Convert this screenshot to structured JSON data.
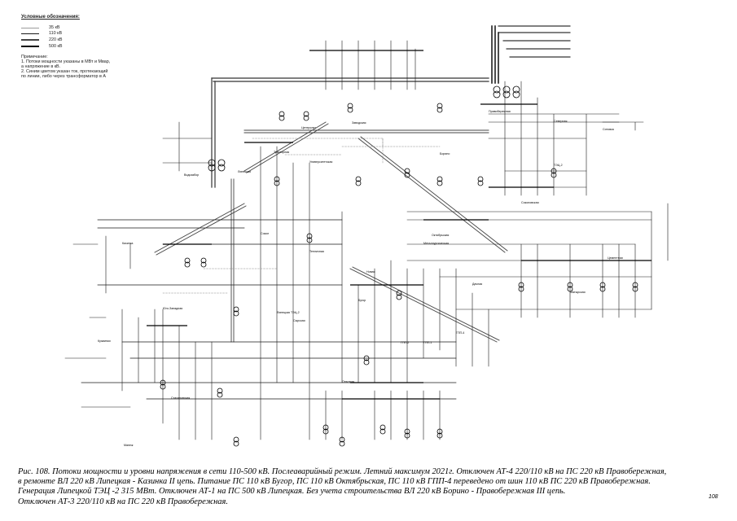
{
  "legend": {
    "title": "Условные обозначения:",
    "items": [
      {
        "label": "35 кВ",
        "color": "#9c9c9c"
      },
      {
        "label": "110 кВ",
        "color": "#1a1a1a"
      },
      {
        "label": "220 кВ",
        "color": "#444444"
      },
      {
        "label": "500 кВ",
        "color": "#000000"
      }
    ],
    "notes_title": "Примечание:",
    "notes": [
      "1. Потоки мощности указаны в МВт и Мвар,",
      "   а напряжение в кВ.",
      "2. Синим цветом указан ток, протекающий",
      "   по линии, либо через трансформатор в А"
    ]
  },
  "caption": {
    "line1": "Рис. 108. Потоки мощности и уровни напряжения в сети 110-500 кВ. Послеаварийный режим. Летний максимум 2021г. Отключен АТ-4 220/110 кВ на ПС 220 кВ Правобережная,",
    "line2": "в ремонте ВЛ 220 кВ Липецкая - Казинка II цепь. Питание ПС 110 кВ Бугор, ПС 110 кВ Октябрьская, ПС 110 кВ ГПП-4 переведено от шин 110 кВ ПС 220 кВ Правобережная.",
    "line3": "Генерация Липецкой ТЭЦ -2 315 МВт. Отключен АТ-1 на ПС 500 кВ Липецкая. Без учета строительства ВЛ 220 кВ Борино - Правобережная III цепь.",
    "line4": "Отключен АТ-3 220/110 кВ на ПС 220 кВ Правобережная."
  },
  "page_number": "108",
  "diagram_labels": {
    "l1": "Липецкая",
    "l2": "Правобережная",
    "l3": "Казинка",
    "l4": "Бугор",
    "l5": "Октябрьская",
    "l6": "ГПП-4",
    "l7": "Борино",
    "l8": "Липецкая ТЭЦ-2",
    "l9": "Манеж",
    "l10": "Заводская",
    "l11": "Центролит",
    "l12": "Тракторная",
    "l13": "ГПП-1",
    "l14": "ГПП-2",
    "l15": "ТЭЦ-2",
    "l16": "Сокол",
    "l17": "Юго-Западная",
    "l18": "Металлургическая",
    "l19": "Цементная",
    "l20": "Соколовская",
    "l21": "Новая",
    "l22": "Опытная",
    "l23": "Кузминки",
    "l24": "Матырская",
    "l25": "Северная",
    "l26": "Дачная",
    "l27": "Стахановская",
    "l28": "Ситовка",
    "l29": "Тепличная",
    "l30": "Сырская",
    "l31": "Водозабор",
    "l32": "Университетская"
  }
}
